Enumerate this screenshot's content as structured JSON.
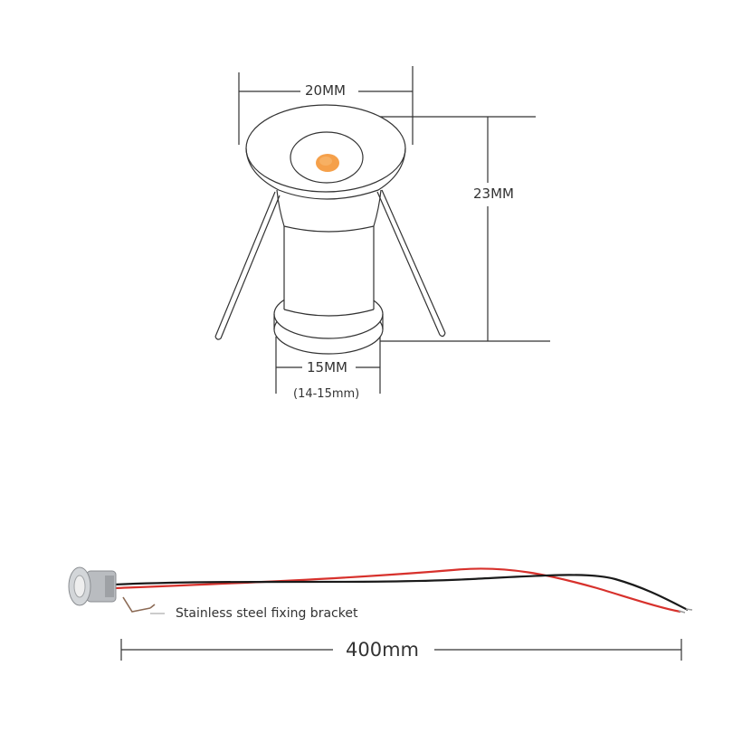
{
  "diagram": {
    "dimensions": {
      "top_width": "20MM",
      "height": "23MM",
      "base_width": "15MM",
      "base_range": "(14-15mm)",
      "cable_length": "400mm"
    },
    "annotations": {
      "bracket": "Stainless steel fixing bracket"
    },
    "colors": {
      "outline": "#333333",
      "led": "#f5a04a",
      "led_core": "#f7b063",
      "wire_red": "#d7312c",
      "wire_black": "#1a1a1a",
      "housing": "#b9bcc0"
    }
  }
}
